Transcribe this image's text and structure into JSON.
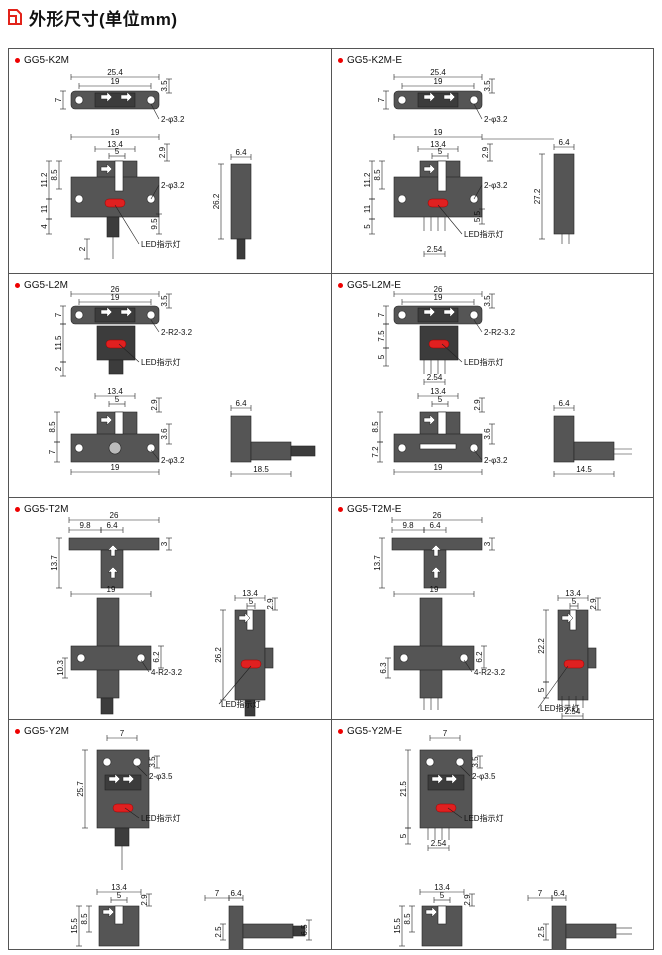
{
  "header": {
    "title": "外形尺寸(单位mm)",
    "accent": "#e2231a"
  },
  "models": [
    {
      "name": "GG5-K2M",
      "dims": {
        "w1": "25.4",
        "w2": "19",
        "h_tab": "7",
        "t1": "3.5",
        "hole": "2-φ3.2",
        "w3": "19",
        "slot": "13.4",
        "gap": "5",
        "top": "2.9",
        "h1": "11.2",
        "h2": "8.5",
        "h3": "11",
        "h4": "4",
        "h5": "9.5",
        "bot": "2",
        "side_w": "6.4",
        "side_h": "26.2",
        "led": "LED指示灯"
      }
    },
    {
      "name": "GG5-K2M-E",
      "dims": {
        "w1": "25.4",
        "w2": "19",
        "h_tab": "7",
        "t1": "3.5",
        "hole": "2-φ3.2",
        "w3": "19",
        "slot": "13.4",
        "gap": "5",
        "top": "2.9",
        "h1": "11.2",
        "h2": "8.5",
        "h3": "11",
        "h4": "5",
        "h5": "5.5",
        "pitch": "2.54",
        "side_w": "6.4",
        "side_h": "27.2",
        "led": "LED指示灯"
      }
    },
    {
      "name": "GG5-L2M",
      "dims": {
        "w1": "26",
        "w2": "19",
        "h_tab": "7",
        "t1": "3.5",
        "hole": "2-R2-3.2",
        "h1": "11.5",
        "bot": "2",
        "slot": "13.4",
        "gap": "5",
        "top": "2.9",
        "h2": "8.5",
        "h3": "7",
        "t2": "3.6",
        "hole2": "2-φ3.2",
        "w3": "19",
        "side_w": "6.4",
        "side_l": "18.5",
        "led": "LED指示灯"
      }
    },
    {
      "name": "GG5-L2M-E",
      "dims": {
        "w1": "26",
        "w2": "19",
        "h_tab": "7",
        "t1": "3.5",
        "hole": "2-R2-3.2",
        "h1": "7.5",
        "h4": "5",
        "pitch": "2.54",
        "slot": "13.4",
        "gap": "5",
        "top": "2.9",
        "h2": "8.5",
        "h3": "7.2",
        "t2": "3.6",
        "hole2": "2-φ3.2",
        "w3": "19",
        "side_w": "6.4",
        "side_l": "14.5",
        "led": "LED指示灯"
      }
    },
    {
      "name": "GG5-T2M",
      "dims": {
        "w1": "26",
        "a": "9.8",
        "b": "6.4",
        "t": "3",
        "h1": "13.7",
        "w2": "19",
        "h2": "10.3",
        "h3": "6.2",
        "hole": "4-R2-3.2",
        "slot": "13.4",
        "gap": "5",
        "top": "2.9",
        "h4": "26.2",
        "led": "LED指示灯"
      }
    },
    {
      "name": "GG5-T2M-E",
      "dims": {
        "w1": "26",
        "a": "9.8",
        "b": "6.4",
        "t": "3",
        "h1": "13.7",
        "w2": "19",
        "h2": "6.3",
        "h3": "6.2",
        "hole": "4-R2-3.2",
        "slot": "13.4",
        "gap": "5",
        "top": "2.9",
        "h4": "22.2",
        "h5": "5",
        "pitch": "2.54",
        "led": "LED指示灯"
      }
    },
    {
      "name": "GG5-Y2M",
      "dims": {
        "w": "7",
        "h1": "25.7",
        "t1": "3.5",
        "hole": "2-φ3.5",
        "slot": "13.4",
        "gap": "5",
        "top": "2.9",
        "h2": "15.5",
        "h3": "8.5",
        "a": "7",
        "b": "6.4",
        "c": "2.5",
        "d": "6.5",
        "led": "LED指示灯"
      }
    },
    {
      "name": "GG5-Y2M-E",
      "dims": {
        "w": "7",
        "h1": "21.5",
        "t1": "3.5",
        "hole": "2-φ3.5",
        "h4": "5",
        "pitch": "2.54",
        "slot": "13.4",
        "gap": "5",
        "top": "2.9",
        "h2": "15.5",
        "h3": "8.5",
        "a": "7",
        "b": "6.4",
        "c": "2.5",
        "led": "LED指示灯"
      }
    }
  ]
}
